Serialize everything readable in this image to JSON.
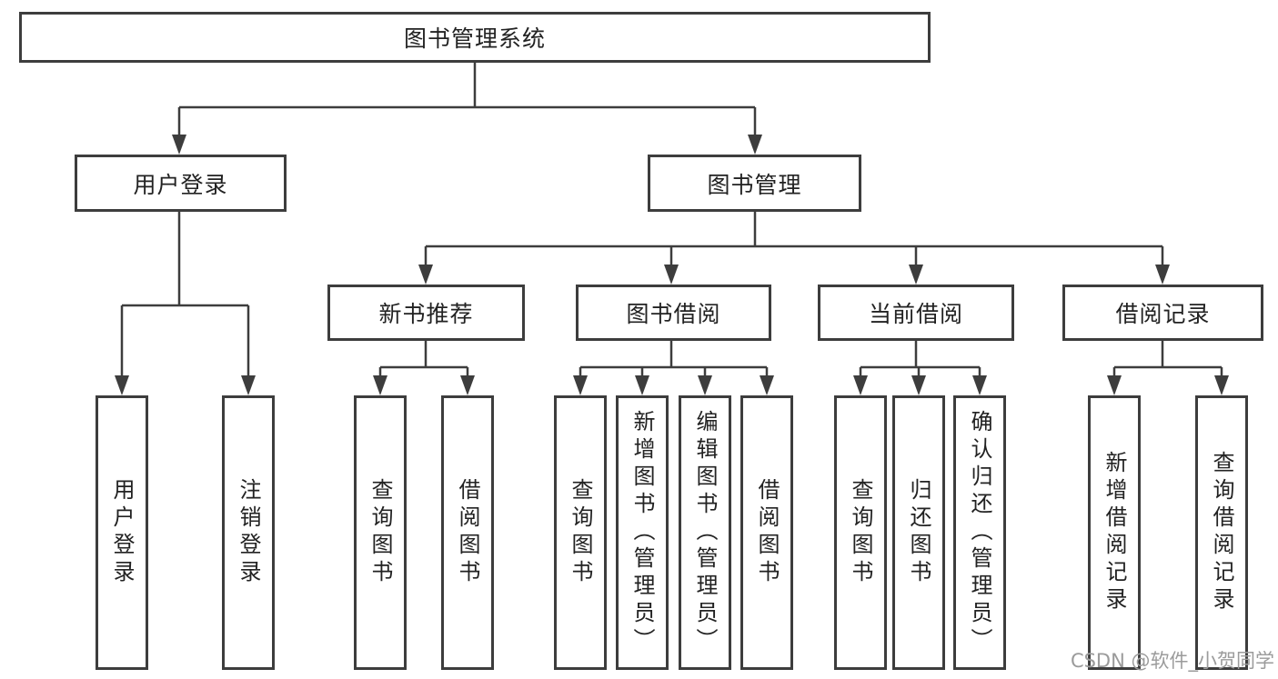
{
  "diagram_type": "hierarchy-tree",
  "colors": {
    "line": "#3d3d3d",
    "border": "#3d3d3d",
    "text": "#222222",
    "background": "#ffffff",
    "watermark": "#9b9b9b"
  },
  "tree": {
    "label": "图书管理系统",
    "children": [
      {
        "label": "用户登录",
        "children": [
          {
            "label": "用户登录"
          },
          {
            "label": "注销登录"
          }
        ]
      },
      {
        "label": "图书管理",
        "children": [
          {
            "label": "新书推荐",
            "children": [
              {
                "label": "查询图书"
              },
              {
                "label": "借阅图书"
              }
            ]
          },
          {
            "label": "图书借阅",
            "children": [
              {
                "label": "查询图书"
              },
              {
                "label": "新增图书（管理员）"
              },
              {
                "label": "编辑图书（管理员）"
              },
              {
                "label": "借阅图书"
              }
            ]
          },
          {
            "label": "当前借阅",
            "children": [
              {
                "label": "查询图书"
              },
              {
                "label": "归还图书"
              },
              {
                "label": "确认归还（管理员）"
              }
            ]
          },
          {
            "label": "借阅记录",
            "children": [
              {
                "label": "新增借阅记录"
              },
              {
                "label": "查询借阅记录"
              }
            ]
          }
        ]
      }
    ]
  },
  "watermark": {
    "text": "CSDN @软件_小贺同学"
  }
}
